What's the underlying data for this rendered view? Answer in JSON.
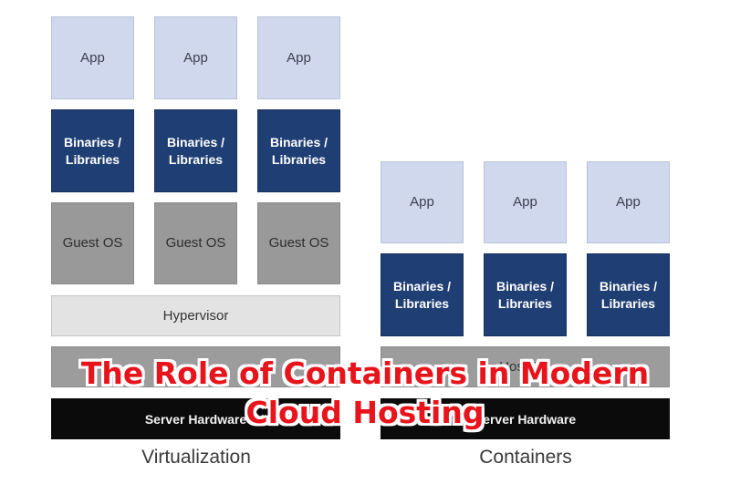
{
  "virtualization": {
    "app_label": "App",
    "binaries_line1": "Binaries /",
    "binaries_line2": "Libraries",
    "guest_os_label": "Guest OS",
    "hypervisor_label": "Hypervisor",
    "hardware_label": "Server Hardware",
    "caption": "Virtualization"
  },
  "containers": {
    "app_label": "App",
    "binaries_line1": "Binaries /",
    "binaries_line2": "Libraries",
    "host_os_label": "Host OS",
    "hardware_label": "Server Hardware",
    "caption": "Containers"
  },
  "overlay": {
    "line1": "The Role of Containers in Modern",
    "line2": "Cloud Hosting"
  },
  "colors": {
    "app": "#cfd8ec",
    "binaries": "#1f3f74",
    "guest_os": "#999999",
    "hypervisor": "#e3e3e3",
    "hardware": "#0b0b0b",
    "overlay_text": "#e8141b"
  }
}
